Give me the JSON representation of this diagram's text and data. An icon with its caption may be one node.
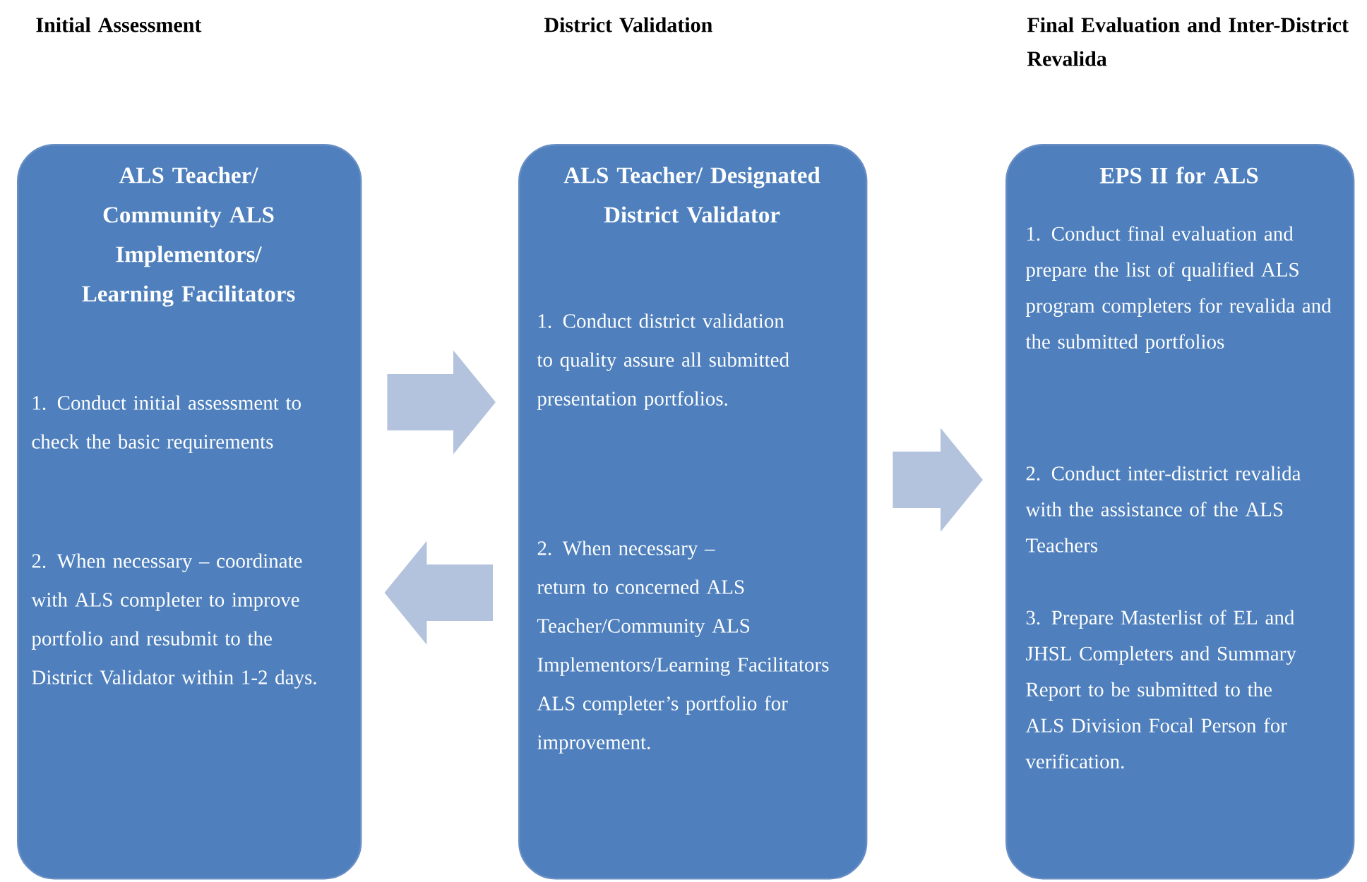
{
  "diagram": {
    "nodes": [
      {
        "text": [
          "ALS Teacher/ Community ALS Implementors/ Learning Facilitators",
          "1. Conduct initial assessment to check the basic requirements",
          "2. When necessary – coordinate with ALS completer to improve portfolio and resubmit to the District Validator within 1-2 days."
        ]
      },
      {
        "text": [
          "ALS Teacher/ Designated District Validator",
          "1. Conduct district validation to quality assure all submitted presentation portfolios.",
          "2. When necessary – return to concerned ALS Teacher/Community ALS Implementors/Learning Facilitators ALS completer’s portfolio for improvement."
        ]
      },
      {
        "text": [
          "EPS II for ALS",
          "1. Conduct final evaluation and prepare the list of qualified ALS program completers for revalida and the submitted portfolios",
          "2. Conduct inter-district revalida with the assistance of the ALS Teachers",
          "3. Prepare Masterlist of EL and JHSL Completers and Summary Report to be submitted to the ALS Division Focal Person for verification."
        ]
      }
    ],
    "edges": [
      {
        "from": 0,
        "to": 1,
        "arrow": "to"
      },
      {
        "from": 1,
        "to": 0,
        "arrow": "to"
      },
      {
        "from": 1,
        "to": 2,
        "arrow": "to"
      }
    ],
    "labels": [
      "Initial Assessment",
      "District Validation",
      "Final Evaluation and Inter-District Revalida"
    ]
  }
}
